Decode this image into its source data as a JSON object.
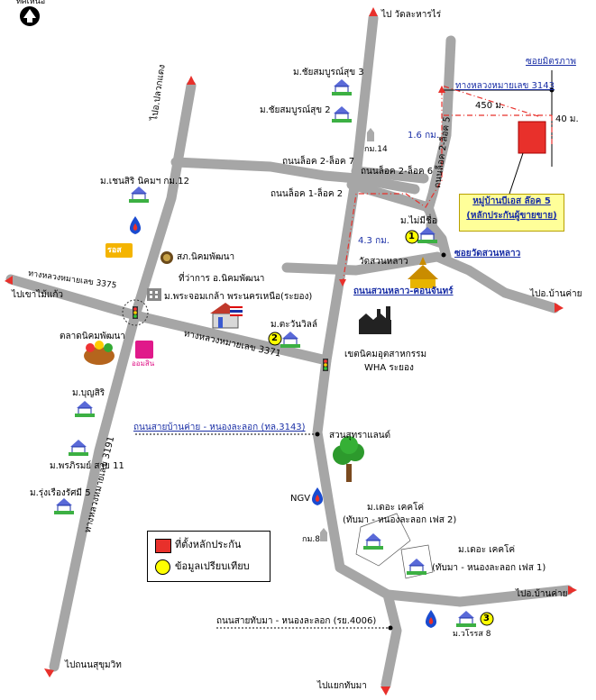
{
  "compass": {
    "label": "ทิศเหนือ"
  },
  "site": {
    "name_line1": "หมู่บ้านบีเอส ล๊อค 5",
    "name_line2": "(หลักประกันผู้ขายขาย)"
  },
  "dimensions": {
    "width": "450 ม.",
    "height": "40 ม.",
    "distance_1": "1.6 กม.",
    "distance_2": "4.3 กม."
  },
  "roads": {
    "to_wat_laharai": "ไป วัดละหารไร่",
    "soi_mit_phap": "ซอยมิตรภาพ",
    "highway_3143_top": "ทางหลวงหมายเลข 3143",
    "lock2_lock5": "ถนนล็อค 2-ล็อค 5",
    "lock2_lock7": "ถนนล็อค 2-ล็อค 7",
    "lock2_lock6": "ถนนล็อค 2-ล็อค 6",
    "lock1_lock2": "ถนนล็อค 1-ล็อค 2",
    "soi_wat_suan_lao": "ซอยวัดสวนหลาว",
    "suan_lao_khon_chan": "ถนนสวนหลาว-คอนจันทร์",
    "to_ban_khai_1": "ไปอ.บ้านค่าย",
    "to_pluak_daeng": "ไปอ.ปลวกแดง",
    "highway_3375": "ทางหลวงหมายเลข 3375",
    "to_khao_mai_kaeo": "ไปเขาไม้แก้ว",
    "highway_3371": "ทางหลวงหมายเลข 3371",
    "sai_ban_khai": "ถนนสายบ้านค่าย - หนองละลอก (ทล.3143)",
    "to_ban_khai_2": "ไปอ.บ้านค่าย",
    "sai_thap_ma": "ถนนสายทับมา - หนองละลอก (รย.4006)",
    "to_thap_ma": "ไปแยกทับมา",
    "highway_3191": "ทางหลวงหมายเลข 3191",
    "to_sukhumvit": "ไปถนนสุขุมวิท"
  },
  "places": {
    "chai_somboon_3": "ม.ชัยสมบูรณ์สุข 3",
    "chai_somboon_2": "ม.ชัยสมบูรณ์สุข 2",
    "km14": "กม.14",
    "chensiri": "ม.เชนสิริ นิคมฯ กม.12",
    "mai_mi_chu": "ม.ไม่มีชื่อ",
    "wat_suan_lao": "วัดสวนหลาว",
    "sor_por_nikhom": "สภ.นิคมพัฒนา",
    "thi_wa_kan": "ที่ว่าการ อ.นิคมพัฒนา",
    "university": "ม.พระจอมเกล้า พระนครเหนือ(ระยอง)",
    "talad": "ตลาดนิคมพัฒนา",
    "tawan_villa": "ม.ตะวันวิลล์",
    "wha_line1": "เขตนิคมอุตสาหกรรม",
    "wha_line2": "WHA ระยอง",
    "bunsiri": "ม.บุญสิริ",
    "pornpirom": "ม.พรภิรมย์ สาย 11",
    "rungruang": "ม.รุ่งเรืองรัศมี 5",
    "suan_suk": "สวนสุทราแลนด์",
    "ngv": "NGV",
    "km8": "กม.8",
    "decor_2": "ม.เดอะ เคคโค่",
    "decor_2_sub": "(ทับมา - หนองละลอก เฟส 2)",
    "decor_1": "ม.เดอะ เคคโค่",
    "decor_1_sub": "(ทับมา - หนองละลอก เฟส 1)",
    "warat_8": "ม.วโรรส 8",
    "ros": "รอส",
    "aomsin": "ออมสิน"
  },
  "markers": {
    "one": "1",
    "two": "2",
    "three": "3"
  },
  "legend": {
    "collateral": "ที่ตั้งหลักประกัน",
    "comparison": "ข้อมูลเปรียบเทียบ"
  },
  "colors": {
    "road": "#a6a6a6",
    "collateral": "#e8302b",
    "comparison": "#ffff00",
    "route": "#e8302b",
    "label_blue": "#1a2fa6"
  }
}
